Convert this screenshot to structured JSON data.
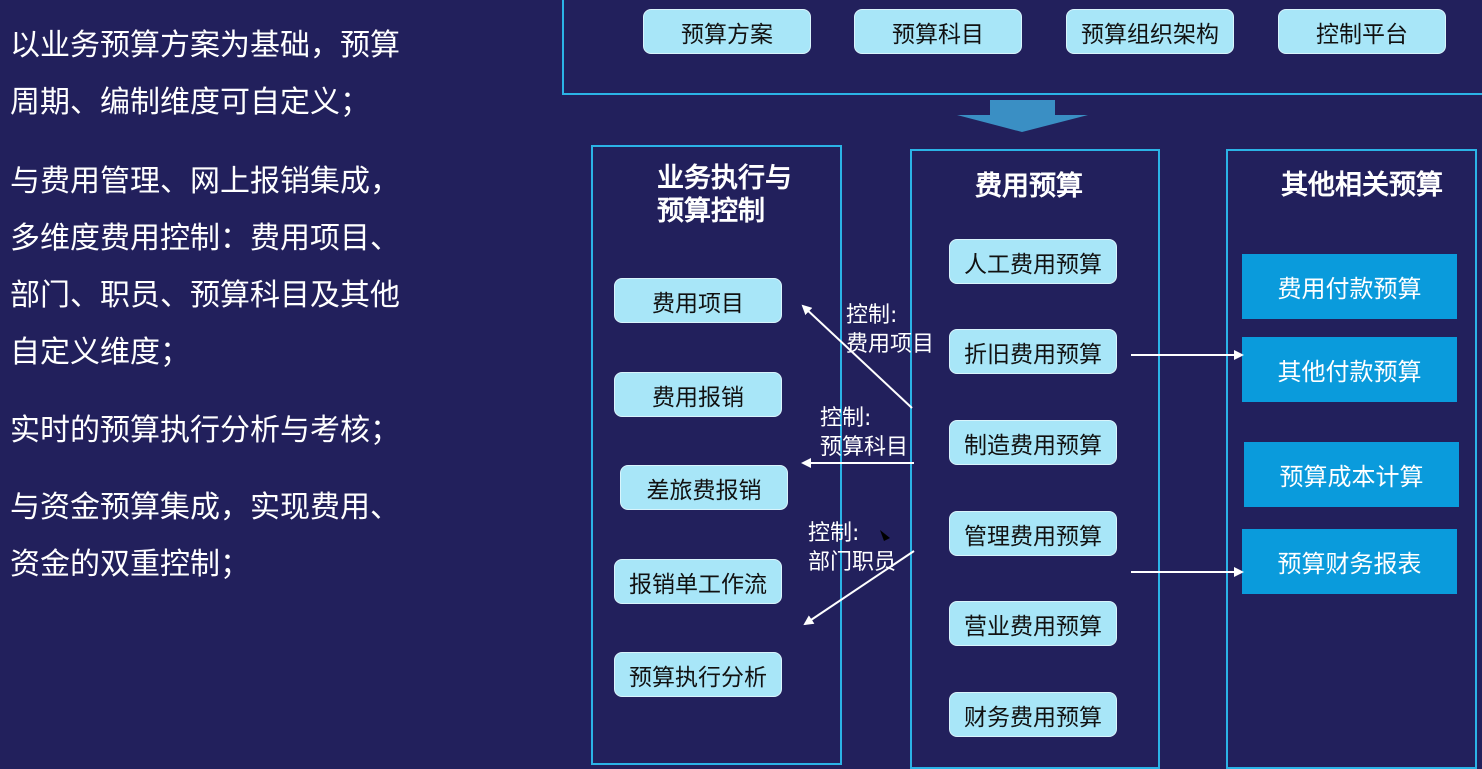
{
  "left_text": [
    {
      "lines": [
        "以业务预算方案为基础，预算",
        "周期、编制维度可自定义；"
      ]
    },
    {
      "lines": [
        "与费用管理、网上报销集成，",
        "多维度费用控制：费用项目、",
        "部门、职员、预算科目及其他",
        "自定义维度；"
      ]
    },
    {
      "lines": [
        "实时的预算执行分析与考核；"
      ]
    },
    {
      "lines": [
        "与资金预算集成，实现费用、",
        "资金的双重控制；"
      ]
    }
  ],
  "top_items": [
    "预算方案",
    "预算科目",
    "预算组织架构",
    "控制平台"
  ],
  "columns": {
    "execution": {
      "title_lines": [
        "业务执行与",
        "预算控制"
      ],
      "items": [
        "费用项目",
        "费用报销",
        "差旅费报销",
        "报销单工作流",
        "预算执行分析"
      ]
    },
    "expense": {
      "title": "费用预算",
      "items": [
        "人工费用预算",
        "折旧费用预算",
        "制造费用预算",
        "管理费用预算",
        "营业费用预算",
        "财务费用预算"
      ]
    },
    "other": {
      "title": "其他相关预算",
      "items": [
        "费用付款预算",
        "其他付款预算",
        "预算成本计算",
        "预算财务报表"
      ]
    }
  },
  "controls": [
    {
      "label": "控制:",
      "target": "费用项目"
    },
    {
      "label": "控制:",
      "target": "预算科目"
    },
    {
      "label": "控制:",
      "target": "部门职员"
    }
  ],
  "colors": {
    "background": "#22205c",
    "frame": "#2bb3e6",
    "pill": "#a8e6f8",
    "blue_box": "#0a9bdc",
    "arrow": "#3a8fc4"
  }
}
